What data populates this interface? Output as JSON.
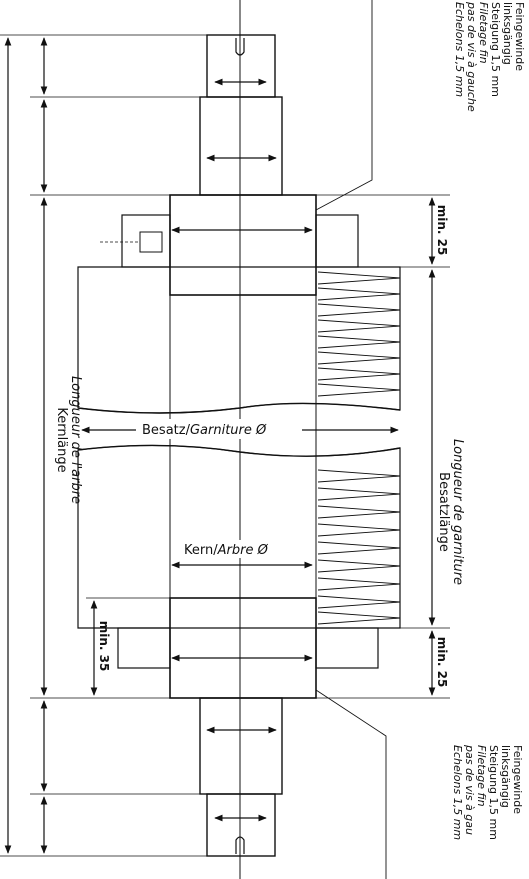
{
  "top_note": {
    "line1": "Feingewinde",
    "line2": "linksgängig",
    "line3": "Steigung 1,5 mm",
    "line4": "Filetage fin",
    "line5": "pas de vis à gauche",
    "line6": "Echelons 1,5 mm"
  },
  "bottom_note": {
    "line1": "Feingewinde",
    "line2": "linksgängig",
    "line3": "Steigung 1,5 mm",
    "line4": "Filetage fin",
    "line5": "pas de vis à gau",
    "line6": "Echelons 1,5 mm"
  },
  "labels": {
    "besatz_de": "Besatz/",
    "besatz_fr": "Garniture Ø",
    "kern_de": "Kern/",
    "kern_fr": "Arbre Ø",
    "kernlaenge_de": "Kernlänge",
    "kernlaenge_fr": "Longueur de l'arbre",
    "besatzlaenge_de": "Besatzlänge",
    "besatzlaenge_fr": "Longueur de garniture",
    "min25_top": "min. 25",
    "min25_bottom": "min. 25",
    "min35": "min. 35"
  }
}
